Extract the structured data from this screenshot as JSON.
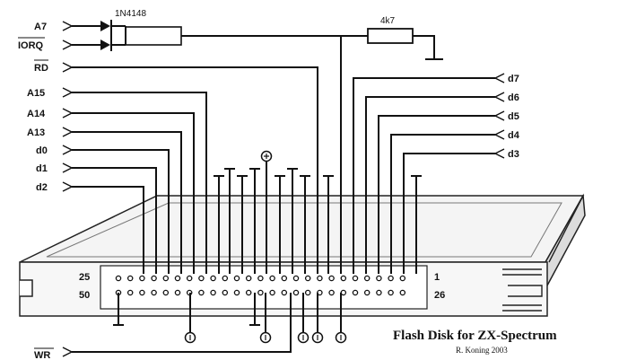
{
  "signals": {
    "a7": "A7",
    "iorq": "IORQ",
    "rd": "RD",
    "a15": "A15",
    "a14": "A14",
    "a13": "A13",
    "d0": "d0",
    "d1": "d1",
    "d2": "d2",
    "d7": "d7",
    "d6": "d6",
    "d5": "d5",
    "d4": "d4",
    "d3": "d3",
    "wr": "WR"
  },
  "components": {
    "diode_label": "1N4148",
    "resistor_label": "4k7"
  },
  "connector": {
    "top_left_pin": "25",
    "bottom_left_pin": "50",
    "top_right_pin": "1",
    "bottom_right_pin": "26"
  },
  "caption": {
    "title": "Flash Disk for ZX-Spectrum",
    "credit": "R. Koning  2003"
  }
}
